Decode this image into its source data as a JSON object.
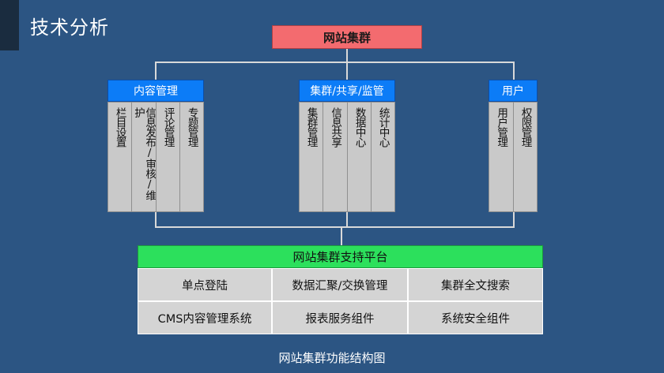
{
  "page_title": "技术分析",
  "root": "网站集群",
  "groups": [
    {
      "header": "内容管理",
      "columns": [
        "栏目设置",
        "信息发布/审核/维护",
        "评论管理",
        "专题管理"
      ]
    },
    {
      "header": "集群/共享/监管",
      "columns": [
        "集群管理",
        "信息共享",
        "数据中心",
        "统计中心"
      ]
    },
    {
      "header": "用户",
      "columns": [
        "用户管理",
        "权限管理"
      ]
    }
  ],
  "platform": {
    "header": "网站集群支持平台",
    "cells": [
      "单点登陆",
      "数据汇聚/交换管理",
      "集群全文搜索",
      "CMS内容管理系统",
      "报表服务组件",
      "系统安全组件"
    ]
  },
  "caption": "网站集群功能结构图",
  "colors": {
    "background": "#2c5583",
    "root_box": "#f36b6f",
    "group_header": "#0c7cf7",
    "column": "#c9c9c9",
    "platform_header": "#2ce05c",
    "platform_cell": "#d4d4d4",
    "connector": "#d9d9d9"
  }
}
